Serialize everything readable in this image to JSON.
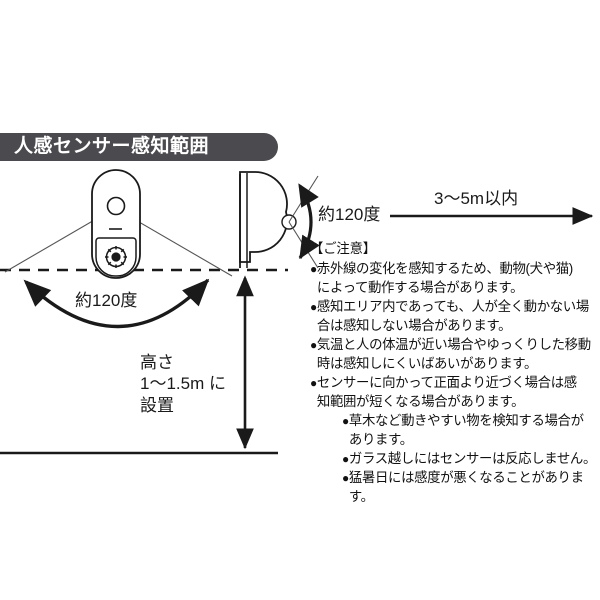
{
  "header": {
    "title": "人感センサー感知範囲",
    "bar_color": "#4a4a4f",
    "text_color": "#ffffff"
  },
  "diagram": {
    "plan_view_angle_label": "約120度",
    "side_view_angle_label": "約120度",
    "distance_label": "3〜5m以内",
    "mount_height_label_line1": "高さ",
    "mount_height_label_line2": "1〜1.5m に",
    "mount_height_label_line3": "設置",
    "line_color": "#1a1a1a",
    "sensor_front_name": "sensor-front-view",
    "sensor_side_name": "sensor-side-view"
  },
  "caution": {
    "heading": "【ご注意】",
    "items": [
      {
        "bullet": "●",
        "text": "赤外線の変化を感知するため、動物(犬や猫)",
        "level": 0
      },
      {
        "bullet": "",
        "text": "によって動作する場合があります。",
        "level": 0
      },
      {
        "bullet": "●",
        "text": "感知エリア内であっても、人が全く動かない場",
        "level": 0
      },
      {
        "bullet": "",
        "text": "合は感知しない場合があります。",
        "level": 0
      },
      {
        "bullet": "●",
        "text": "気温と人の体温が近い場合やゆっくりした移動",
        "level": 0
      },
      {
        "bullet": "",
        "text": "時は感知しにくいばあいがあります。",
        "level": 0
      },
      {
        "bullet": "●",
        "text": "センサーに向かって正面より近づく場合は感",
        "level": 0
      },
      {
        "bullet": "",
        "text": "知範囲が短くなる場合があります。",
        "level": 0
      },
      {
        "bullet": "●",
        "text": "草木など動きやすい物を検知する場合が",
        "level": 1
      },
      {
        "bullet": "",
        "text": "あります。",
        "level": 1
      },
      {
        "bullet": "●",
        "text": "ガラス越しにはセンサーは反応しません。",
        "level": 1
      },
      {
        "bullet": "●",
        "text": "猛暑日には感度が悪くなることがありま",
        "level": 1
      },
      {
        "bullet": "",
        "text": "す。",
        "level": 1
      }
    ]
  }
}
